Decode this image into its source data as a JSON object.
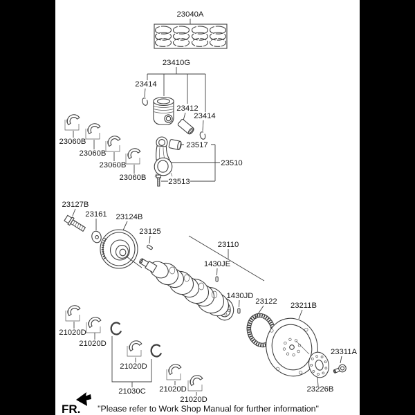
{
  "page": {
    "fr_label": "FR.",
    "footer_note": "\"Please refer to Work Shop Manual for further information\""
  },
  "colors": {
    "background": "#000000",
    "canvas": "#ffffff",
    "line": "#3e3e3e",
    "text": "#141414"
  },
  "parts": {
    "piston_ring_set": "23040A",
    "piston_and_pin_assy": "23410G",
    "snap_ring": "23414",
    "piston_pin": "23412",
    "connecting_rod_bushing": "23517",
    "connecting_rod_assy": "23510",
    "connecting_rod_bolt": "23513",
    "connecting_rod_bearing": "23060B",
    "crankshaft_bolt": "23127B",
    "washer": "23161",
    "damper_pulley": "23124B",
    "woodruff_key": "23125",
    "crankshaft": "23110",
    "dowel_pin_upper": "1430JE",
    "dowel_pin_lower": "1430JD",
    "tone_wheel": "23122",
    "drive_plate": "23211B",
    "drive_plate_bolt": "23311A",
    "adapter_plate": "23226B",
    "crankshaft_bearing": "21020D",
    "thrust_bearing": "21030C"
  }
}
